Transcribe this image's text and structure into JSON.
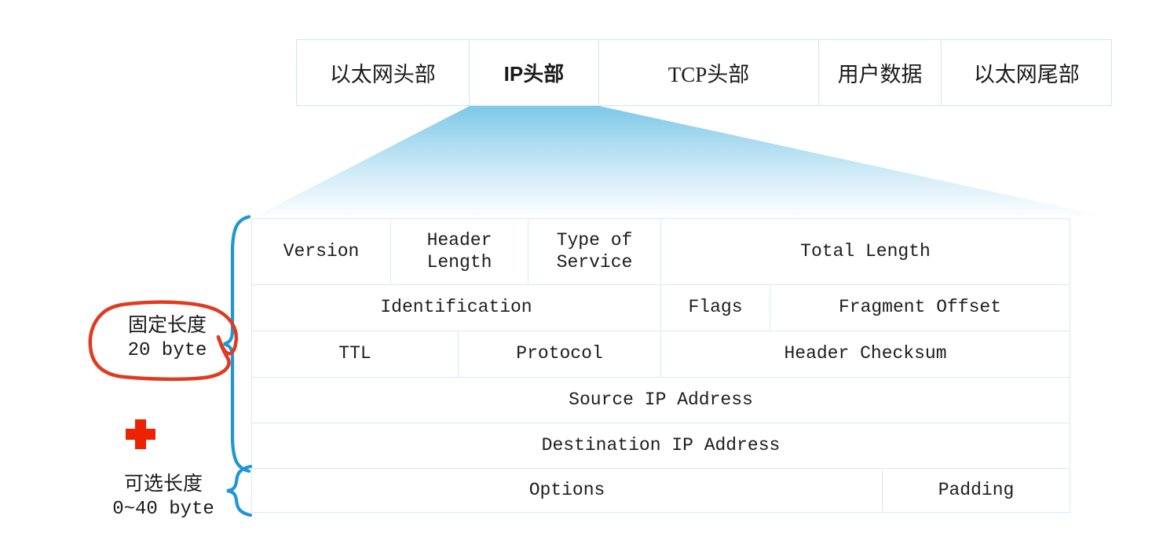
{
  "frame_bar": {
    "segments": [
      {
        "label": "以太网头部",
        "emphasis": false
      },
      {
        "label": "IP头部",
        "emphasis": true
      },
      {
        "label": "TCP头部",
        "emphasis": false
      },
      {
        "label": "用户数据",
        "emphasis": false
      },
      {
        "label": "以太网尾部",
        "emphasis": false
      }
    ]
  },
  "ip_header": {
    "rows": [
      {
        "cells": [
          {
            "label": "Version"
          },
          {
            "label": "Header\nLength"
          },
          {
            "label": "Type of\nService"
          },
          {
            "label": "Total Length"
          }
        ]
      },
      {
        "cells": [
          {
            "label": "Identification"
          },
          {
            "label": "Flags"
          },
          {
            "label": "Fragment Offset"
          }
        ]
      },
      {
        "cells": [
          {
            "label": "TTL"
          },
          {
            "label": "Protocol"
          },
          {
            "label": "Header Checksum"
          }
        ]
      },
      {
        "cells": [
          {
            "label": "Source IP Address"
          }
        ]
      },
      {
        "cells": [
          {
            "label": "Destination IP Address"
          }
        ]
      },
      {
        "cells": [
          {
            "label": "Options"
          },
          {
            "label": "Padding"
          }
        ]
      }
    ]
  },
  "annotations": {
    "fixed": {
      "line1": "固定长度",
      "line2": "20 byte",
      "highlight_color": "#e03a20"
    },
    "plus_icon": {
      "name": "red-plus-icon",
      "color": "#ee2200"
    },
    "optional": {
      "line1": "可选长度",
      "line2": "0~40 byte"
    },
    "brace_color": "#2196d6"
  },
  "colors": {
    "table_border": "#d6ecf3",
    "bar_border": "#cfe6ef",
    "funnel_top": "#7ec8e8",
    "funnel_bottom": "#ffffff",
    "text": "#1a1a1a"
  }
}
